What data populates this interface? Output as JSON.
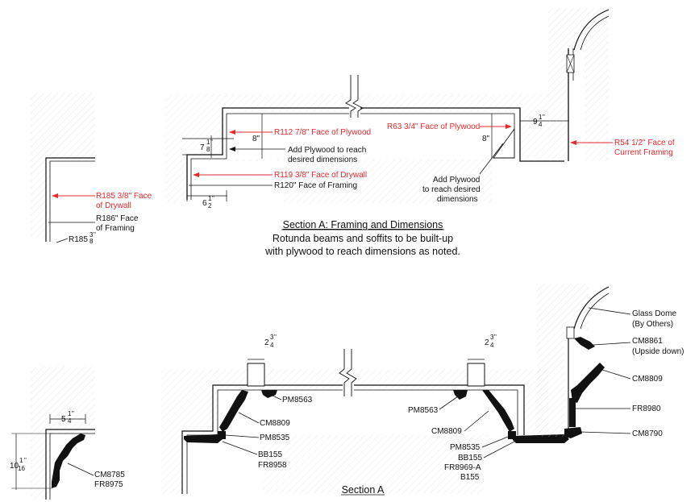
{
  "colors": {
    "line": "#111111",
    "accent_red": "#e8282b",
    "hatch": "#cfcfcf",
    "molding_fill": "#111111"
  },
  "section_top": {
    "title": "Section A: Framing and Dimensions",
    "subtitle_line1": "Rotunda beams and soffits to be built-up",
    "subtitle_line2": "with plywood to reach dimensions as noted.",
    "left_detail": {
      "red_label_line1": "R185 3/8\" Face",
      "red_label_line2": "of Drywall",
      "label_line1": "R186\" Face",
      "label_line2": "of Framing",
      "radius_label": "R185",
      "radius_num": "3",
      "radius_den": "8",
      "radius_suffix": "\""
    },
    "center_detail": {
      "dim_left_top_whole": "7",
      "dim_left_top_num": "1",
      "dim_left_top_den": "8",
      "dim_left_top_suffix": "\"",
      "dim_8_left": "8\"",
      "dim_8_right": "8\"",
      "plywood_left_red": "R112 7/8\" Face of Plywood",
      "plywood_right_red": "R63 3/4\" Face of Plywood",
      "add_plywood_left_1": "Add Plywood to reach",
      "add_plywood_left_2": "desired dimensions",
      "drywall_red": "R119 3/8\" Face of Drywall",
      "framing_label": "R120\" Face of Framing",
      "dim_bottom_whole": "6",
      "dim_bottom_num": "1",
      "dim_bottom_den": "2",
      "dim_bottom_suffix": "\"",
      "add_plywood_right_1": "Add Plywood",
      "add_plywood_right_2": "to reach desired",
      "add_plywood_right_3": "dimensions",
      "dim_right_whole": "9",
      "dim_right_num": "1",
      "dim_right_den": "4",
      "dim_right_suffix": "\"",
      "current_framing_red_1": "R54 1/2\" Face of",
      "current_framing_red_2": "Current Framing"
    }
  },
  "section_bottom": {
    "title": "Section A",
    "left_detail": {
      "dim_top_whole": "5",
      "dim_top_num": "1",
      "dim_top_den": "4",
      "dim_top_suffix": "\"",
      "dim_side_whole": "10",
      "dim_side_num": "1",
      "dim_side_den": "16",
      "dim_side_suffix": "\"",
      "label_line1": "CM8785",
      "label_line2": "FR8975"
    },
    "center_detail": {
      "dim_left_whole": "2",
      "dim_left_num": "3",
      "dim_left_den": "4",
      "dim_left_suffix": "\"",
      "dim_right_whole": "2",
      "dim_right_num": "3",
      "dim_right_den": "4",
      "dim_right_suffix": "\"",
      "pm8563_left": "PM8563",
      "pm8563_right": "PM8563",
      "cm8809_left": "CM8809",
      "cm8809_right": "CM8809",
      "pm8535_left": "PM8535",
      "pm8535_right": "PM8535",
      "bb155_left": "BB155",
      "fr8958": "FR8958",
      "bb155_right": "BB155",
      "fr8969a": "FR8969-A",
      "b155": "B155"
    },
    "right_detail": {
      "glass_dome_1": "Glass Dome",
      "glass_dome_2": "(By Others)",
      "cm8861_1": "CM8861",
      "cm8861_2": "(Upside down)",
      "cm8809": "CM8809",
      "fr8980": "FR8980",
      "cm8790": "CM8790"
    }
  }
}
